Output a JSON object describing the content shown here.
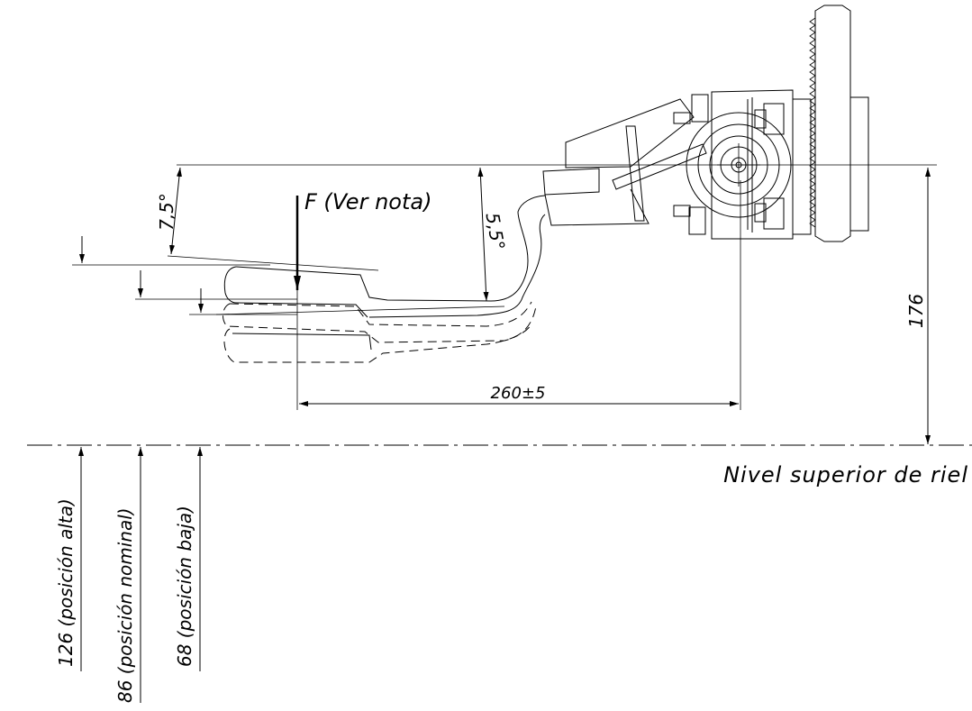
{
  "drawing": {
    "force_label": "F (Ver nota)",
    "dim_horizontal": "260±5",
    "dim_vertical": "176",
    "angle_upper": "7,5°",
    "angle_lower": "5,5°",
    "rail_label": "Nivel superior de riel",
    "positions": [
      {
        "label": "126 (posición alta)"
      },
      {
        "label": "86 (posición nominal)"
      },
      {
        "label": "68 (posición baja)"
      }
    ]
  },
  "colors": {
    "ink": "#000000",
    "paper": "#ffffff"
  }
}
